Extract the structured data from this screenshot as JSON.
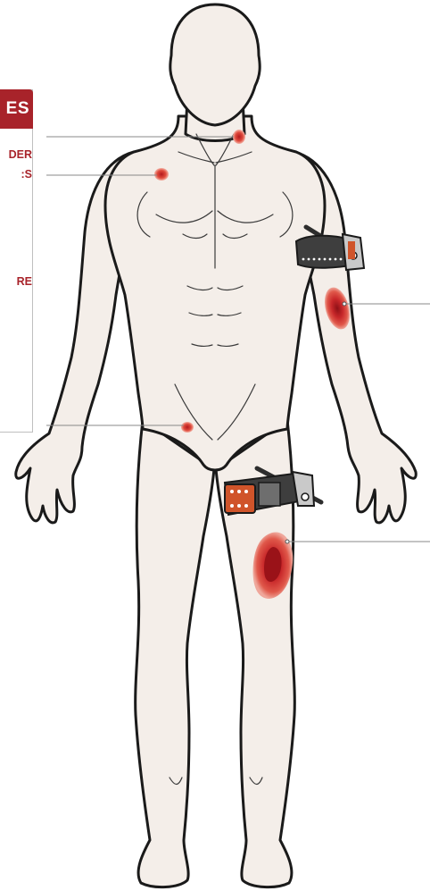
{
  "infobox": {
    "title": "ES",
    "line1": "DER",
    "line2": "S:",
    "line3": "RE"
  },
  "colors": {
    "accent": "#a8232a",
    "skin": "#f4eee9",
    "outline": "#1a1a1a",
    "wound": "#d23a2c",
    "tourniquet_strap": "#3e3e3e",
    "tourniquet_buckle": "#d0542a",
    "leader_line": "#888888"
  },
  "figure": {
    "subject": "human-body-front-view",
    "wounds": [
      "neck-wound",
      "shoulder-wound",
      "upper-arm-wound",
      "groin-wound",
      "thigh-wound"
    ],
    "tourniquets": [
      "arm-tourniquet",
      "leg-tourniquet"
    ]
  }
}
